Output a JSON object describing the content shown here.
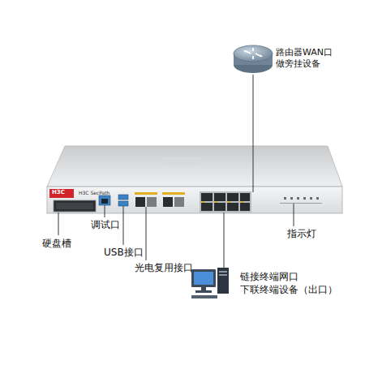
{
  "diagram": {
    "labels": [
      "路由器WAN口 做旁挂设备",
      "H3C",
      "H3C SecPath",
      "硬盘槽",
      "调试口",
      "USB接口",
      "光电复用接口",
      "指示灯",
      "链接终端网口 下联终端设备（出口）"
    ]
  }
}
